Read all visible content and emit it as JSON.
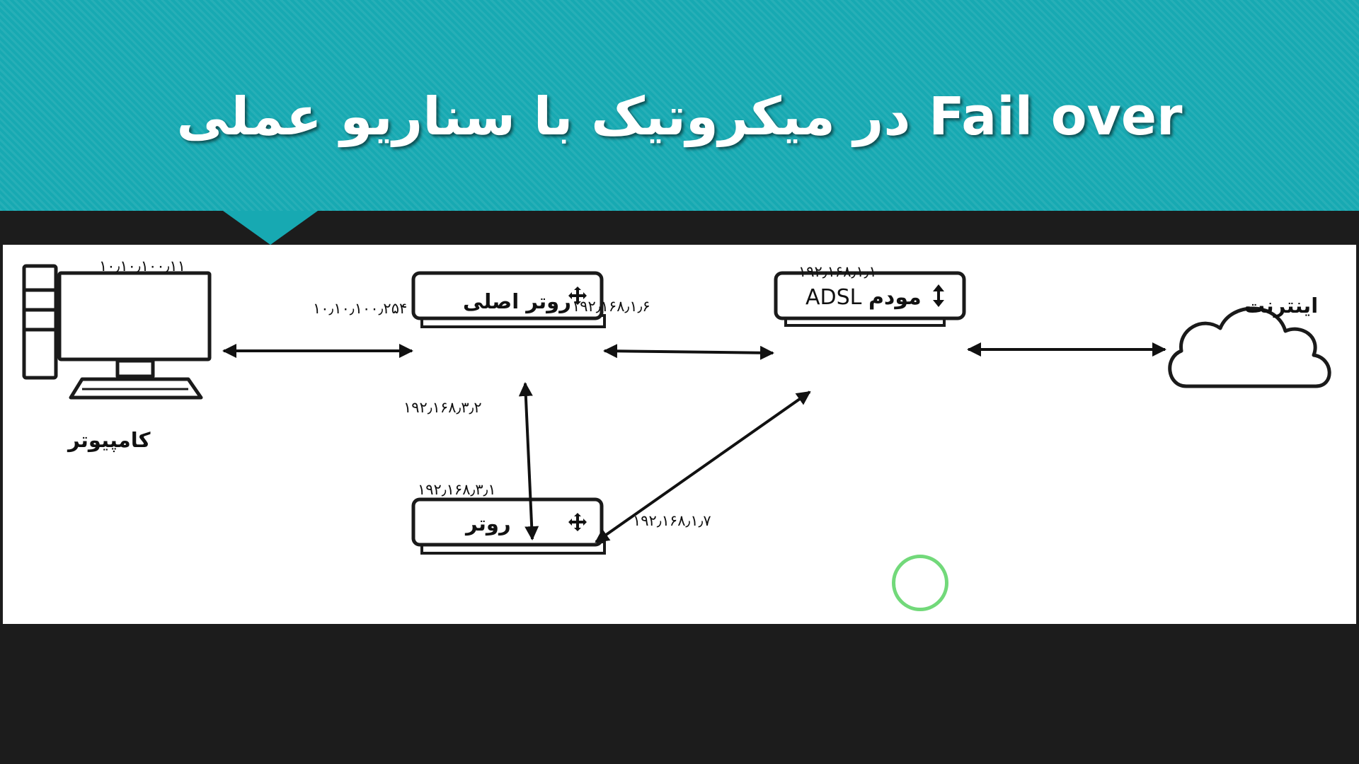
{
  "slide": {
    "title": "Fail over در میکروتیک با سناریو عملی",
    "colors": {
      "banner": "#17a9b2",
      "background": "#1c1c1c",
      "canvas": "#ffffff",
      "cursor_ring": "#72d97a"
    }
  },
  "diagram": {
    "computer": {
      "label": "کامپیوتر",
      "ip": "۱۰٫۱۰٫۱۰۰٫۱۱",
      "icon": "desktop-computer-icon"
    },
    "main_router": {
      "label": "روتر اصلی",
      "ip_lan": "۱۰٫۱۰٫۱۰۰٫۲۵۴",
      "ip_wan": "۱۹۲٫۱۶۸٫۱٫۶",
      "ip_link": "۱۹۲٫۱۶۸٫۳٫۲",
      "icon": "router-icon"
    },
    "backup_router": {
      "label": "روتر",
      "ip_link": "۱۹۲٫۱۶۸٫۳٫۱",
      "ip_wan": "۱۹۲٫۱۶۸٫۱٫۷",
      "icon": "router-icon"
    },
    "modem": {
      "label": "مودم",
      "label_suffix": "ADSL",
      "ip": "۱۹۲٫۱۶۸٫۱٫۱",
      "icon": "modem-icon"
    },
    "internet": {
      "label": "اینترنت",
      "icon": "cloud-icon"
    }
  }
}
